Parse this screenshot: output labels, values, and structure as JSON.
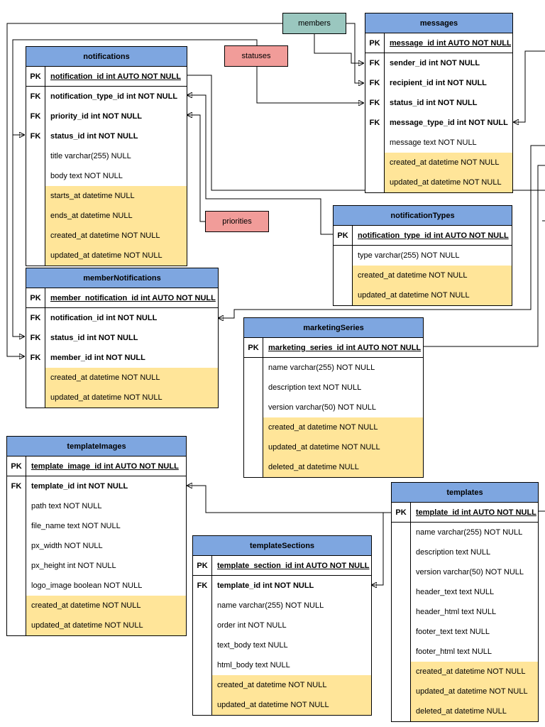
{
  "labels": {
    "members": "members",
    "statuses": "statuses",
    "priorities": "priorities"
  },
  "colors": {
    "header": "#7ea6e0",
    "timestamp": "#ffe599",
    "members_tag": "#9ac7bf",
    "ref_tag": "#f19c99"
  },
  "entities": {
    "notifications": {
      "title": "notifications",
      "rows": [
        {
          "key": "PK",
          "text": "notification_id int AUTO NOT NULL"
        },
        {
          "key": "FK",
          "text": "notification_type_id int NOT NULL"
        },
        {
          "key": "FK",
          "text": "priority_id int NOT NULL"
        },
        {
          "key": "FK",
          "text": "status_id int NOT NULL"
        },
        {
          "key": "",
          "text": "title varchar(255) NULL"
        },
        {
          "key": "",
          "text": "body text NOT NULL"
        },
        {
          "key": "",
          "text": "starts_at datetime NULL"
        },
        {
          "key": "",
          "text": "ends_at datetime NULL"
        },
        {
          "key": "",
          "text": "created_at datetime NOT NULL"
        },
        {
          "key": "",
          "text": "updated_at datetime NOT NULL"
        }
      ]
    },
    "messages": {
      "title": "messages",
      "rows": [
        {
          "key": "PK",
          "text": "message_id int AUTO NOT NULL"
        },
        {
          "key": "FK",
          "text": "sender_id int NOT NULL"
        },
        {
          "key": "FK",
          "text": "recipient_id int NOT NULL"
        },
        {
          "key": "FK",
          "text": "status_id int NOT NULL"
        },
        {
          "key": "FK",
          "text": "message_type_id int NOT NULL"
        },
        {
          "key": "",
          "text": "message text NOT NULL"
        },
        {
          "key": "",
          "text": "created_at datetime NOT NULL"
        },
        {
          "key": "",
          "text": "updated_at datetime NOT NULL"
        }
      ]
    },
    "notificationTypes": {
      "title": "notificationTypes",
      "rows": [
        {
          "key": "PK",
          "text": "notification_type_id int AUTO NOT NULL"
        },
        {
          "key": "",
          "text": "type varchar(255) NOT NULL"
        },
        {
          "key": "",
          "text": "created_at datetime NOT NULL"
        },
        {
          "key": "",
          "text": "updated_at datetime NOT NULL"
        }
      ]
    },
    "memberNotifications": {
      "title": "memberNotifications",
      "rows": [
        {
          "key": "PK",
          "text": "member_notification_id int AUTO NOT NULL"
        },
        {
          "key": "FK",
          "text": "notification_id int NOT NULL"
        },
        {
          "key": "FK",
          "text": "status_id int NOT NULL"
        },
        {
          "key": "FK",
          "text": "member_id int NOT NULL"
        },
        {
          "key": "",
          "text": "created_at datetime NOT NULL"
        },
        {
          "key": "",
          "text": "updated_at datetime NOT NULL"
        }
      ]
    },
    "marketingSeries": {
      "title": "marketingSeries",
      "rows": [
        {
          "key": "PK",
          "text": "marketing_series_id int AUTO NOT NULL"
        },
        {
          "key": "",
          "text": "name varchar(255) NOT NULL"
        },
        {
          "key": "",
          "text": "description text NOT NULL"
        },
        {
          "key": "",
          "text": "version varchar(50) NOT NULL"
        },
        {
          "key": "",
          "text": "created_at datetime NOT NULL"
        },
        {
          "key": "",
          "text": "updated_at datetime NOT NULL"
        },
        {
          "key": "",
          "text": "deleted_at datetime NULL"
        }
      ]
    },
    "templateImages": {
      "title": "templateImages",
      "rows": [
        {
          "key": "PK",
          "text": "template_image_id int AUTO NOT NULL"
        },
        {
          "key": "FK",
          "text": "template_id int NOT NULL"
        },
        {
          "key": "",
          "text": "path text NOT NULL"
        },
        {
          "key": "",
          "text": "file_name text NOT NULL"
        },
        {
          "key": "",
          "text": "px_width NOT NULL"
        },
        {
          "key": "",
          "text": "px_height int NOT NULL"
        },
        {
          "key": "",
          "text": "logo_image boolean NOT NULL"
        },
        {
          "key": "",
          "text": "created_at datetime NOT NULL"
        },
        {
          "key": "",
          "text": "updated_at datetime NOT NULL"
        }
      ]
    },
    "templates": {
      "title": "templates",
      "rows": [
        {
          "key": "PK",
          "text": "template_id int AUTO NOT NULL"
        },
        {
          "key": "",
          "text": "name varchar(255) NOT NULL"
        },
        {
          "key": "",
          "text": "description text NULL"
        },
        {
          "key": "",
          "text": "version varchar(50) NOT NULL"
        },
        {
          "key": "",
          "text": "header_text text NULL"
        },
        {
          "key": "",
          "text": "header_html text NULL"
        },
        {
          "key": "",
          "text": "footer_text text NULL"
        },
        {
          "key": "",
          "text": "footer_html text NULL"
        },
        {
          "key": "",
          "text": "created_at datetime NOT NULL"
        },
        {
          "key": "",
          "text": "updated_at datetime NOT NULL"
        },
        {
          "key": "",
          "text": "deleted_at datetime NULL"
        }
      ]
    },
    "templateSections": {
      "title": "templateSections",
      "rows": [
        {
          "key": "PK",
          "text": "template_section_id int AUTO NOT NULL"
        },
        {
          "key": "FK",
          "text": "template_id int NOT NULL"
        },
        {
          "key": "",
          "text": "name varchar(255) NOT NULL"
        },
        {
          "key": "",
          "text": "order int NOT NULL"
        },
        {
          "key": "",
          "text": "text_body text NULL"
        },
        {
          "key": "",
          "text": "html_body text NULL"
        },
        {
          "key": "",
          "text": "created_at datetime NOT NULL"
        },
        {
          "key": "",
          "text": "updated_at datetime NOT NULL"
        }
      ]
    }
  }
}
